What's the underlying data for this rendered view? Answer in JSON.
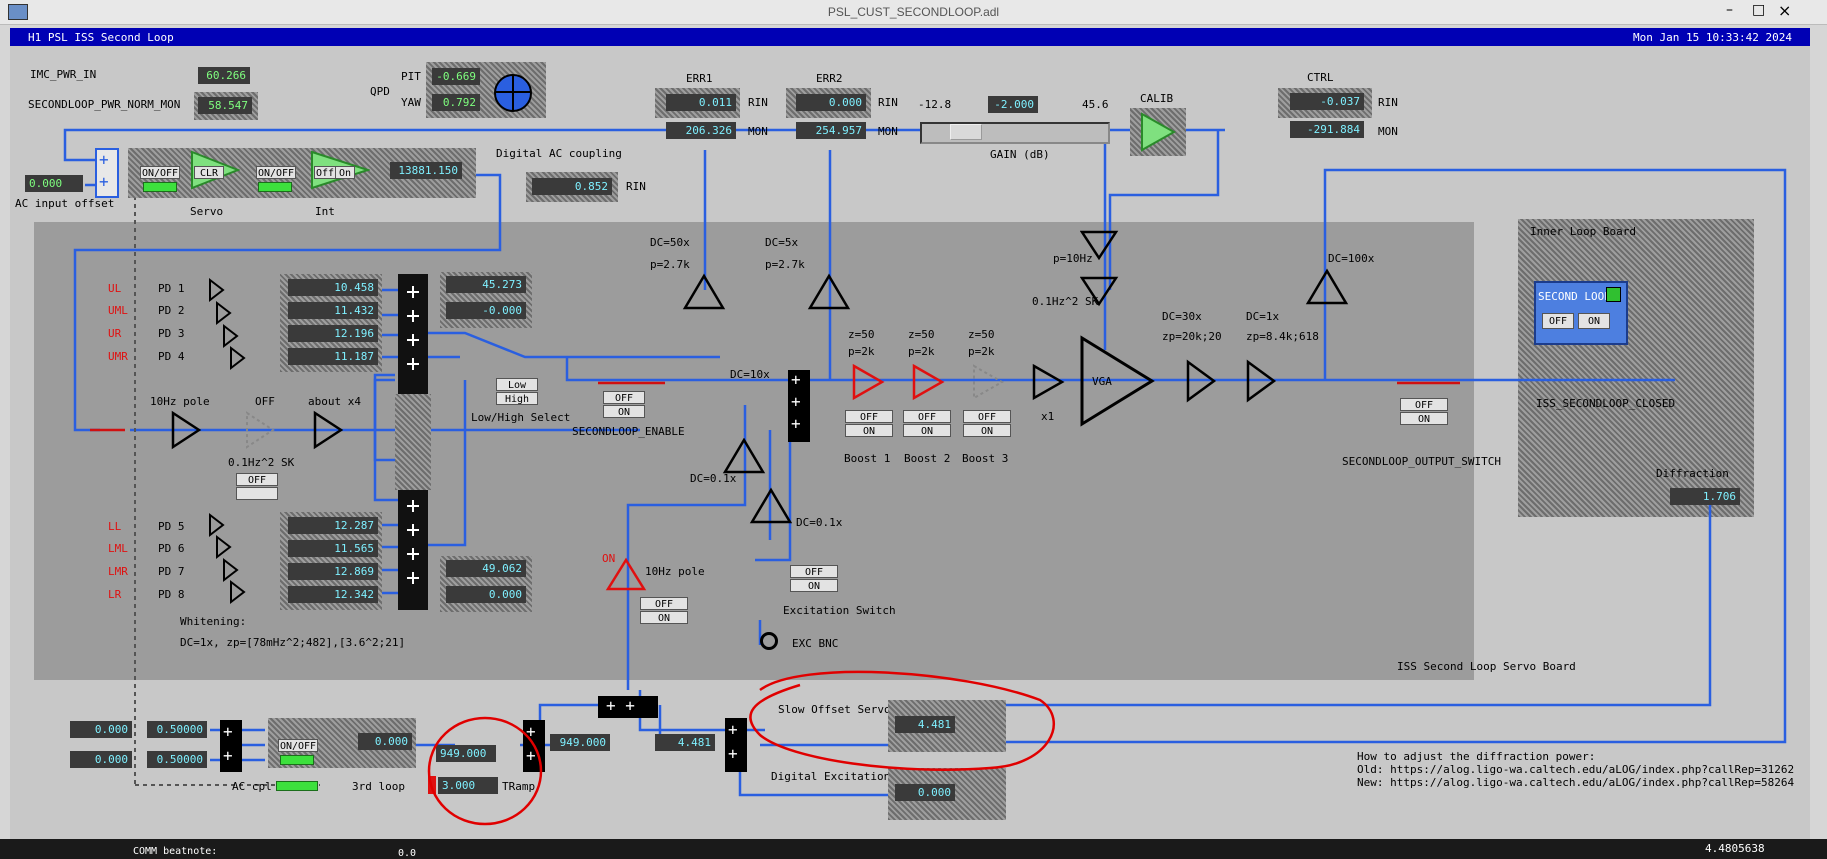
{
  "window": {
    "title": "PSL_CUST_SECONDLOOP.adl",
    "controls": [
      "–",
      "□",
      "×"
    ],
    "header_left": "H1 PSL ISS Second Loop",
    "header_right": "Mon Jan 15 10:33:42 2024"
  },
  "top": {
    "imc_pwr_in_label": "IMC_PWR_IN",
    "imc_pwr_in": "60.266",
    "norm_mon_label": "SECONDLOOP_PWR_NORM_MON",
    "norm_mon": "58.547",
    "qpd_label": "QPD",
    "pit_label": "PIT",
    "pit": "-0.669",
    "yaw_label": "YAW",
    "yaw": "0.792",
    "ac_offset": "0.000",
    "ac_offset_label": "AC input offset",
    "servo_onoff": "ON/OFF",
    "servo_clr": "CLR",
    "servo_label": "Servo",
    "int_onoff": "ON/OFF",
    "int_off": "Off",
    "int_on": "On",
    "int_label": "Int",
    "int_value": "13881.150",
    "digital_ac_label": "Digital AC coupling",
    "digital_ac_rin": "0.852",
    "rin_label": "RIN"
  },
  "err": {
    "err1_label": "ERR1",
    "err1_rin": "0.011",
    "err1_mon": "206.326",
    "err2_label": "ERR2",
    "err2_rin": "0.000",
    "err2_mon": "254.957",
    "rin": "RIN",
    "mon": "MON"
  },
  "gain": {
    "min": "-12.8",
    "value": "-2.000",
    "max": "45.6",
    "label": "GAIN (dB)"
  },
  "calib_label": "CALIB",
  "ctrl": {
    "label": "CTRL",
    "rin": "-0.037",
    "mon": "-291.884",
    "rin_label": "RIN",
    "mon_label": "MON"
  },
  "pds": {
    "top": [
      {
        "name": "UL",
        "pd": "PD 1",
        "value": "10.458"
      },
      {
        "name": "UML",
        "pd": "PD 2",
        "value": "11.432"
      },
      {
        "name": "UR",
        "pd": "PD 3",
        "value": "12.196"
      },
      {
        "name": "UMR",
        "pd": "PD 4",
        "value": "11.187"
      }
    ],
    "bottom": [
      {
        "name": "LL",
        "pd": "PD 5",
        "value": "12.287"
      },
      {
        "name": "LML",
        "pd": "PD 6",
        "value": "11.565"
      },
      {
        "name": "LMR",
        "pd": "PD 7",
        "value": "12.869"
      },
      {
        "name": "LR",
        "pd": "PD 8",
        "value": "12.342"
      }
    ],
    "sum_top": "45.273",
    "diff_top": "-0.000",
    "sum_bottom": "49.062",
    "diff_bottom": "0.000",
    "whitening_1": "Whitening:",
    "whitening_2": "DC=1x, zp=[78mHz^2;482],[3.6^2;21]"
  },
  "filters": {
    "pole10": "10Hz pole",
    "off": "OFF",
    "x4": "about x4",
    "sk": "0.1Hz^2 SK",
    "low": "Low",
    "high": "High",
    "lowhigh": "Low/High Select",
    "enable": "SECONDLOOP_ENABLE",
    "dc50": "DC=50x",
    "p27a": "p=2.7k",
    "dc5": "DC=5x",
    "p27b": "p=2.7k",
    "dc10": "DC=10x",
    "dc01a": "DC=0.1x",
    "dc01b": "DC=0.1x",
    "z50": "z=50",
    "p2k": "p=2k",
    "boost1": "Boost 1",
    "boost2": "Boost 2",
    "boost3": "Boost 3",
    "x1": "x1",
    "p10hz": "p=10Hz",
    "sk2": "0.1Hz^2 SK",
    "vga": "VGA",
    "dc30": "DC=30x",
    "zp20k": "zp=20k;20",
    "dc1": "DC=1x",
    "zp84": "zp=8.4k;618",
    "dc100": "DC=100x",
    "output_switch": "SECONDLOOP_OUTPUT_SWITCH",
    "on_red": "ON",
    "pole10b": "10Hz pole",
    "exc_switch": "Excitation Switch",
    "exc_bnc": "EXC BNC"
  },
  "inner": {
    "title": "Inner Loop Board",
    "second_loop": "SECOND LOOP",
    "off": "OFF",
    "on": "ON",
    "closed": "ISS_SECONDLOOP_CLOSED",
    "diffraction_label": "Diffraction",
    "diffraction": "1.706"
  },
  "board_label": "ISS Second Loop Servo Board",
  "bottom": {
    "in1": "0.000",
    "g1": "0.50000",
    "in2": "0.000",
    "g2": "0.50000",
    "onoff": "ON/OFF",
    "acpl": "AC cpl",
    "third_loop": "3rd loop",
    "third_val": "0.000",
    "ramp_val": "949.000",
    "tramp_val": "3.000",
    "tramp": "TRamp",
    "sum_out": "949.000",
    "slow_in": "4.481",
    "slow_label": "Slow Offset Servo",
    "slow_val": "4.481",
    "dig_exc_label": "Digital Excitation",
    "dig_exc": "0.000",
    "howto": "How to adjust the diffraction power:",
    "old": "Old: https://alog.ligo-wa.caltech.edu/aLOG/index.php?callRep=31262",
    "new": "New: https://alog.ligo-wa.caltech.edu/aLOG/index.php?callRep=58264"
  },
  "taskbar": {
    "comm": "COMM beatnote:",
    "num": "4.4805638",
    "zero": "0.0"
  }
}
